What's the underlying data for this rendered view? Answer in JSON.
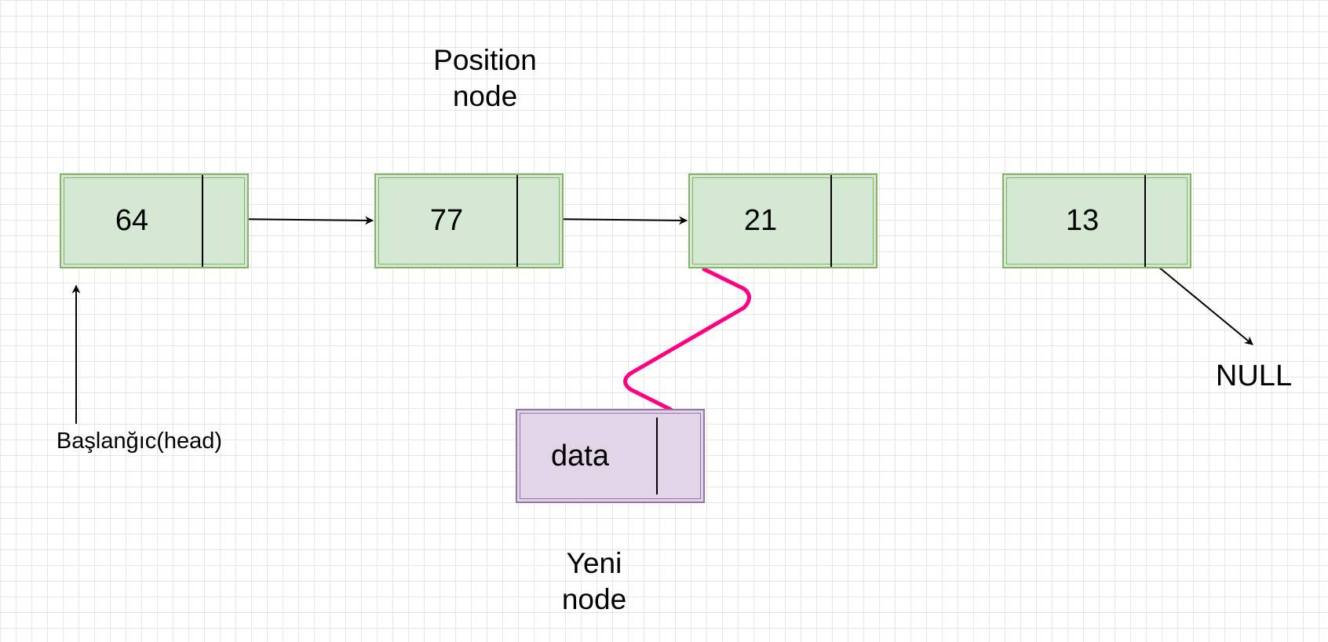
{
  "nodes": [
    {
      "value": "64"
    },
    {
      "value": "77"
    },
    {
      "value": "21"
    },
    {
      "value": "13"
    }
  ],
  "new_node": {
    "value": "data"
  },
  "labels": {
    "position_line1": "Position",
    "position_line2": "node",
    "head": "Başlanğıc(head)",
    "null": "NULL",
    "yeni_line1": "Yeni",
    "yeni_line2": "node"
  },
  "colors": {
    "node_fill": "#d5e8d4",
    "node_stroke": "#82b366",
    "new_node_fill": "#e1d5e7",
    "new_node_stroke": "#9673a6",
    "link_highlight": "#ff0080",
    "arrow": "#000000",
    "grid": "#e6e6e6"
  }
}
